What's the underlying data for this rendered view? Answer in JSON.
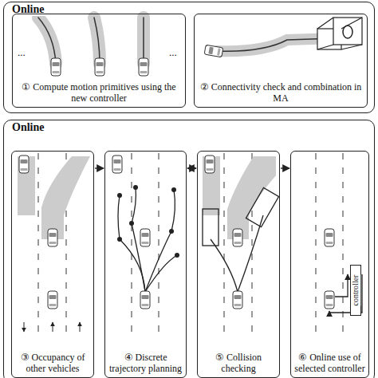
{
  "diagram": {
    "nodes": [
      {
        "text": [
          "Online"
        ]
      },
      {
        "text": [
          "① Compute motion primitives using the new controller"
        ],
        "in": 0
      },
      {
        "text": [
          "② Connectivity check and combination in MA"
        ],
        "in": 0
      },
      {
        "text": [
          "Online"
        ]
      },
      {
        "text": [
          "③ Occupancy of other vehicles"
        ],
        "in": 3
      },
      {
        "text": [
          "④ Discrete trajectory planning"
        ],
        "in": 3
      },
      {
        "text": [
          "⑤ Collision checking"
        ],
        "in": 3
      },
      {
        "text": [
          "⑥ Online use of selected controller"
        ],
        "in": 3
      },
      {
        "text": [
          "controller"
        ],
        "in": 7
      }
    ],
    "edges": [
      {
        "from": 4,
        "to": 5,
        "arrow": "to"
      },
      {
        "from": 5,
        "to": 6,
        "arrow": "both"
      },
      {
        "from": 6,
        "to": 7,
        "arrow": "to"
      }
    ],
    "labels": [
      "...",
      "..."
    ]
  }
}
